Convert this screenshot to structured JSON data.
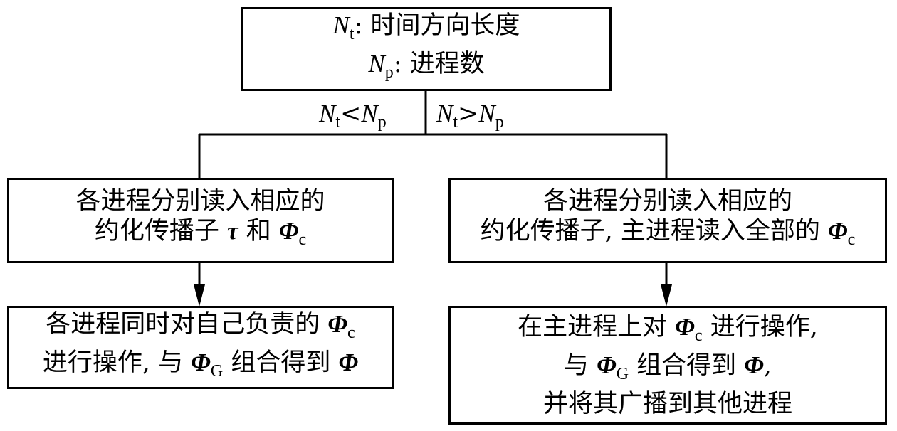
{
  "top_box": {
    "line1": {
      "var": "N",
      "sub": "t",
      "text": ": 时间方向长度"
    },
    "line2": {
      "var": "N",
      "sub": "p",
      "text": ": 进程数"
    }
  },
  "conditions": {
    "left": {
      "a": "N",
      "a_sub": "t",
      "op": "<",
      "b": "N",
      "b_sub": "p"
    },
    "right": {
      "a": "N",
      "a_sub": "t",
      "op": ">",
      "b": "N",
      "b_sub": "p"
    }
  },
  "left_branch": {
    "step1": {
      "line1": "各进程分别读入相应的",
      "line2_text": "约化传播子 ",
      "line2_sym1": "τ",
      "line2_mid": " 和 ",
      "line2_sym2": "Φ",
      "line2_sym2_sub": "c"
    },
    "step2": {
      "line1_text": "各进程同时对自己负责的 ",
      "line1_sym": "Φ",
      "line1_sym_sub": "c",
      "line2_text": "进行操作, 与 ",
      "line2_sym1": "Φ",
      "line2_sym1_sub": "G",
      "line2_mid": " 组合得到 ",
      "line2_sym2": "Φ"
    }
  },
  "right_branch": {
    "step1": {
      "line1": "各进程分别读入相应的",
      "line2_text": "约化传播子, 主进程读入全部的 ",
      "line2_sym": "Φ",
      "line2_sym_sub": "c"
    },
    "step2": {
      "line1_text": "在主进程上对 ",
      "line1_sym": "Φ",
      "line1_sym_sub": "c",
      "line1_end": " 进行操作,",
      "line2_text": "与 ",
      "line2_sym1": "Φ",
      "line2_sym1_sub": "G",
      "line2_mid": " 组合得到 ",
      "line2_sym2": "Φ",
      "line2_end": ",",
      "line3": "并将其广播到其他进程"
    }
  },
  "colors": {
    "stroke": "#000000",
    "background": "#ffffff"
  }
}
